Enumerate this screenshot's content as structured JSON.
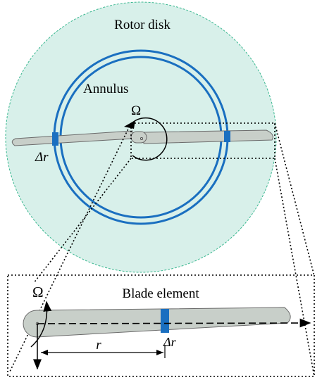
{
  "labels": {
    "rotor_disk": "Rotor disk",
    "annulus": "Annulus",
    "omega_top": "Ω",
    "delta_r_top": "Δr",
    "blade_element": "Blade element",
    "omega_bottom": "Ω",
    "r": "r",
    "delta_r_bottom": "Δr"
  },
  "colors": {
    "disk_fill": "#d8f0ea",
    "disk_edge": "#3cb891",
    "annulus": "#1a6fc0",
    "blade_fill": "#c8cfc9",
    "blade_edge": "#6b6b6b",
    "element": "#1a6fc0"
  }
}
